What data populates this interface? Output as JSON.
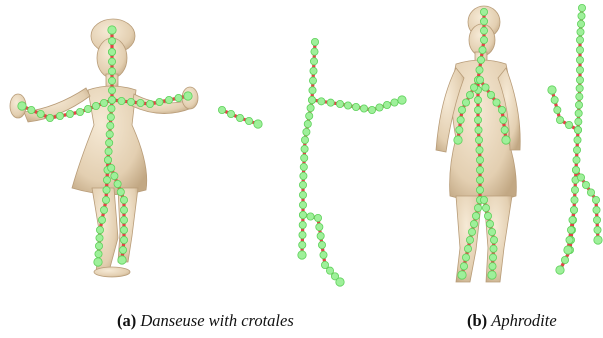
{
  "figure": {
    "colors": {
      "statue": "#ead9bf",
      "statue_shade": "#c9b08e",
      "node": "#9ef09a",
      "node_edge": "#5fd15b",
      "link": "#e04545"
    },
    "panels": [
      {
        "label": "(a)",
        "title": "Danseuse with crotales"
      },
      {
        "label": "(b)",
        "title": "Aphrodite"
      }
    ]
  }
}
